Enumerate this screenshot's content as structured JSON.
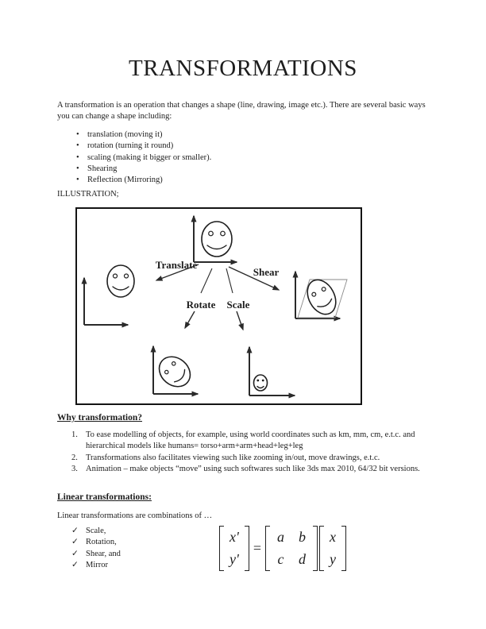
{
  "glyphs": {
    "bullet": "•",
    "check": "✓"
  },
  "header": {
    "title": "TRANSFORMATIONS"
  },
  "intro": {
    "text": "A transformation is an operation that changes a shape (line, drawing, image etc.). There are several basic ways you can change a shape including:"
  },
  "bullets": {
    "items": [
      "translation (moving it)",
      "rotation (turning it round)",
      "scaling (making it bigger or smaller).",
      "Shearing",
      "Reflection (Mirroring)"
    ]
  },
  "illustration": {
    "label": "ILLUSTRATION;",
    "labels": {
      "translate": "Translate",
      "shear": "Shear",
      "rotate": "Rotate",
      "scale": "Scale"
    }
  },
  "why": {
    "heading": "Why transformation?",
    "nums": [
      "1.",
      "2.",
      "3."
    ],
    "items": [
      "To ease modelling of objects, for example, using world coordinates such as km, mm, cm, e.t.c. and hierarchical models like humans= torso+arm+arm+head+leg+leg",
      "Transformations also facilitates viewing such like zooming in/out, move drawings, e.t.c.",
      "Animation – make objects “move” using such softwares such like 3ds max 2010, 64/32 bit versions."
    ]
  },
  "linear": {
    "heading": "Linear transformations:",
    "intro": "Linear transformations are combinations of …",
    "checklist": [
      "Scale,",
      "Rotation,",
      "Shear, and",
      "Mirror"
    ]
  },
  "equation": {
    "lhs": [
      "x'",
      "y'"
    ],
    "equals": "=",
    "matrix": [
      [
        "a",
        "b"
      ],
      [
        "c",
        "d"
      ]
    ],
    "rhs": [
      "x",
      "y"
    ]
  },
  "colors": {
    "ink": "#1d1d1d",
    "line": "#2a2a2a",
    "shear_outline": "#8a8a8a",
    "background": "#ffffff"
  }
}
